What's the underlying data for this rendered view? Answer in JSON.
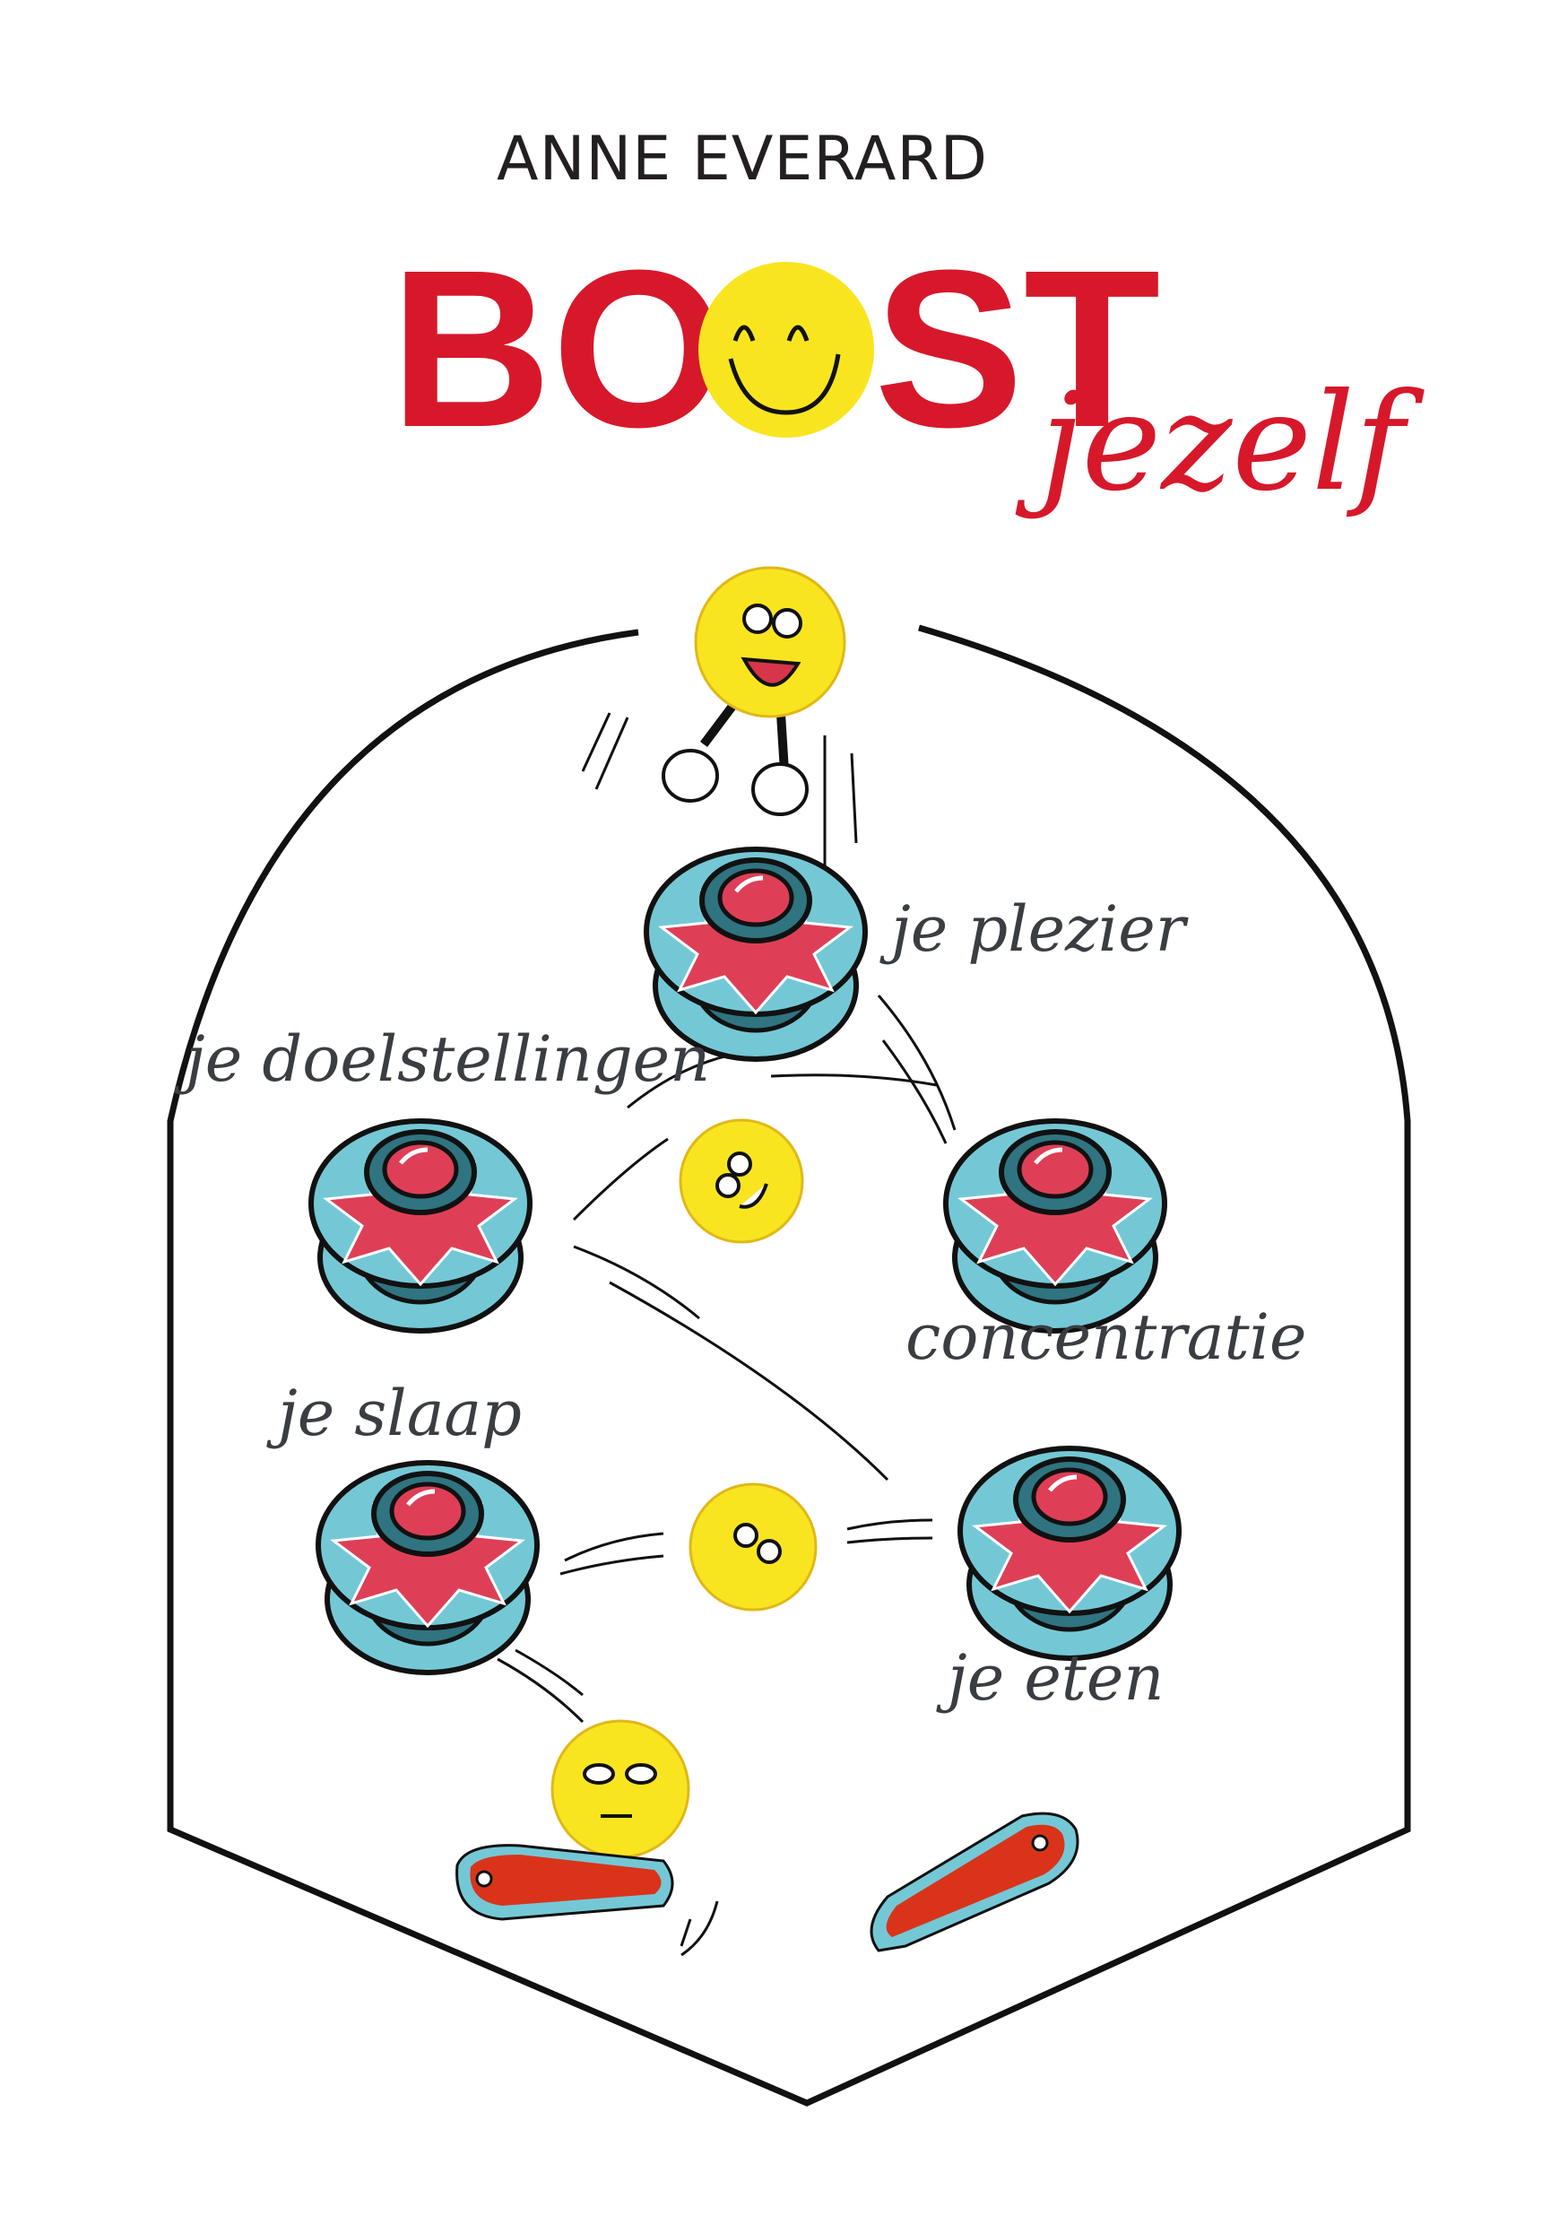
{
  "cover": {
    "author": "ANNE EVERARD",
    "title_part1": "BO",
    "title_part2": "ST",
    "title_subtitle": "jezelf",
    "labels": {
      "plezier": "je plezier",
      "doelstellingen": "je doelstellingen",
      "concentratie": "concentratie",
      "slaap": "je slaap",
      "eten": "je eten"
    }
  },
  "colors": {
    "title_red": "#d7182a",
    "smiley_yellow": "#f9e51f",
    "bumper_cyan": "#74c8d6",
    "bumper_teal": "#2f7480",
    "bumper_red": "#de3f57",
    "flipper_red": "#d9341a",
    "label_gray": "#3a3d42"
  },
  "icons": [
    "smiley-face-icon",
    "pinball-bumper-icon",
    "pinball-flipper-icon"
  ]
}
